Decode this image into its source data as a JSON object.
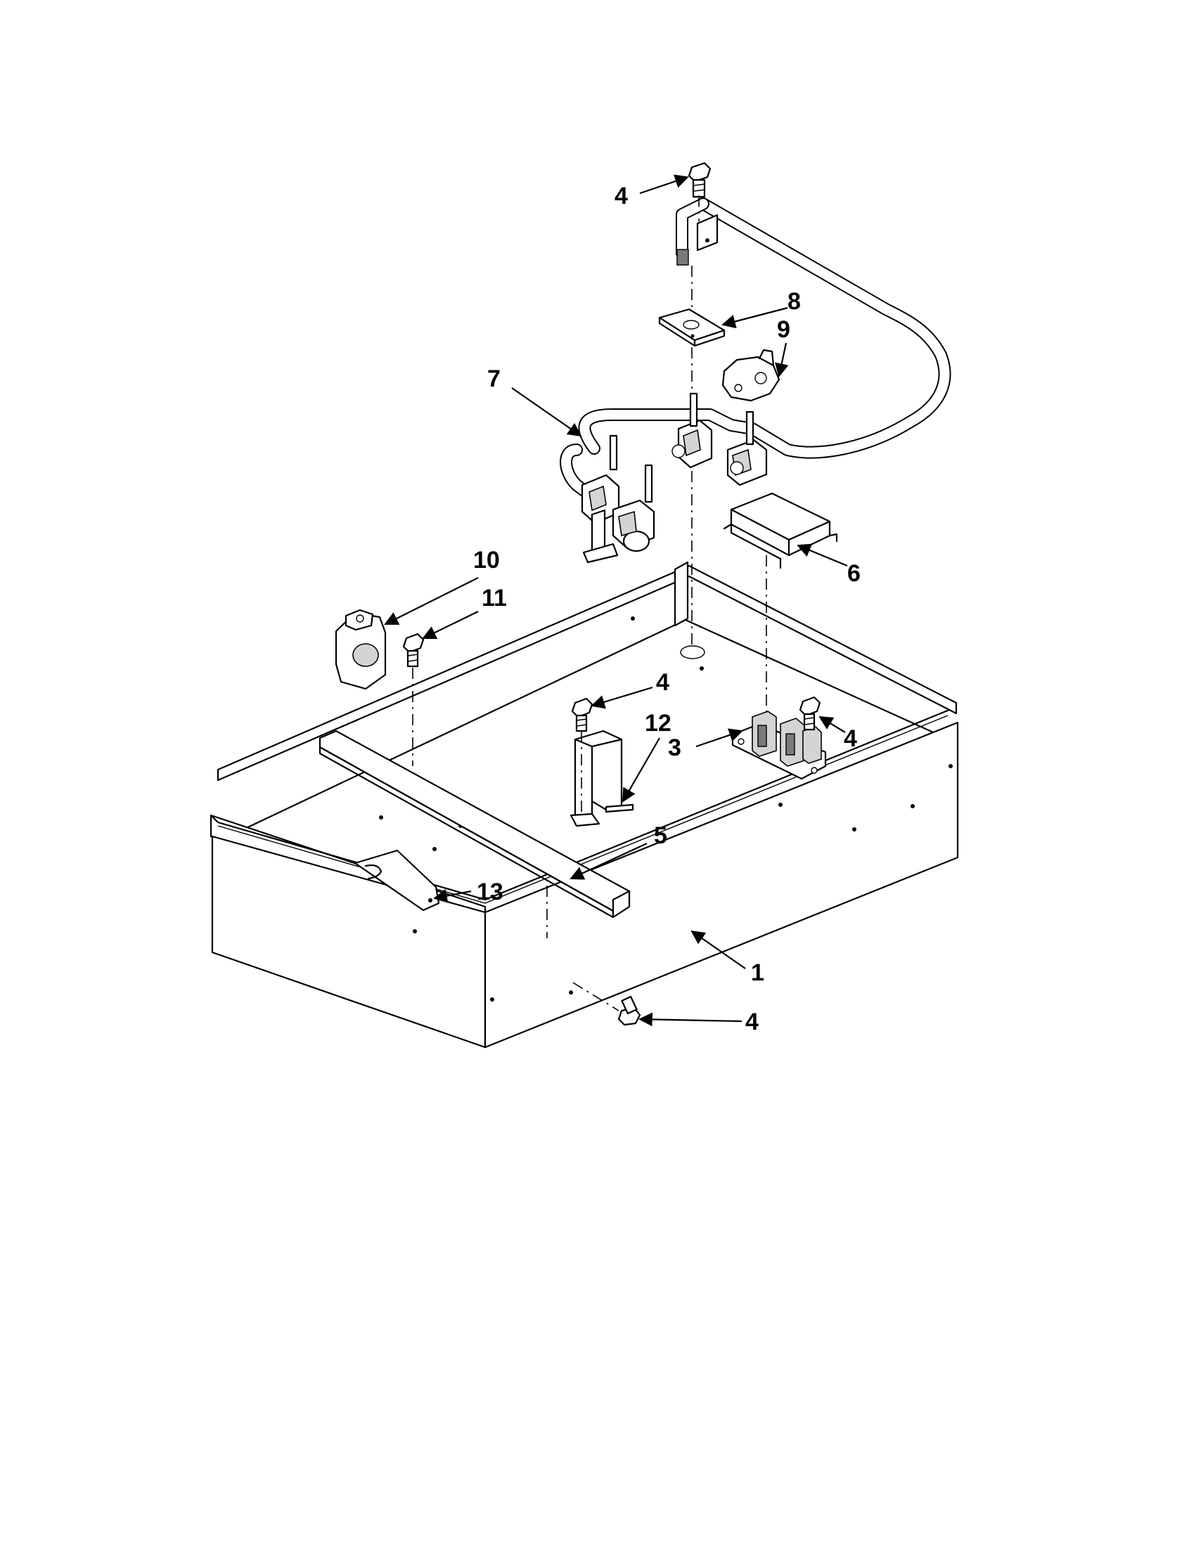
{
  "callouts": [
    {
      "id": "c4a",
      "label": "4"
    },
    {
      "id": "c8",
      "label": "8"
    },
    {
      "id": "c9",
      "label": "9"
    },
    {
      "id": "c7",
      "label": "7"
    },
    {
      "id": "c6",
      "label": "6"
    },
    {
      "id": "c10",
      "label": "10"
    },
    {
      "id": "c11",
      "label": "11"
    },
    {
      "id": "c4b",
      "label": "4"
    },
    {
      "id": "c12",
      "label": "12"
    },
    {
      "id": "c4c",
      "label": "4"
    },
    {
      "id": "c3",
      "label": "3"
    },
    {
      "id": "c5",
      "label": "5"
    },
    {
      "id": "c13",
      "label": "13"
    },
    {
      "id": "c1",
      "label": "1"
    },
    {
      "id": "c4d",
      "label": "4"
    }
  ]
}
